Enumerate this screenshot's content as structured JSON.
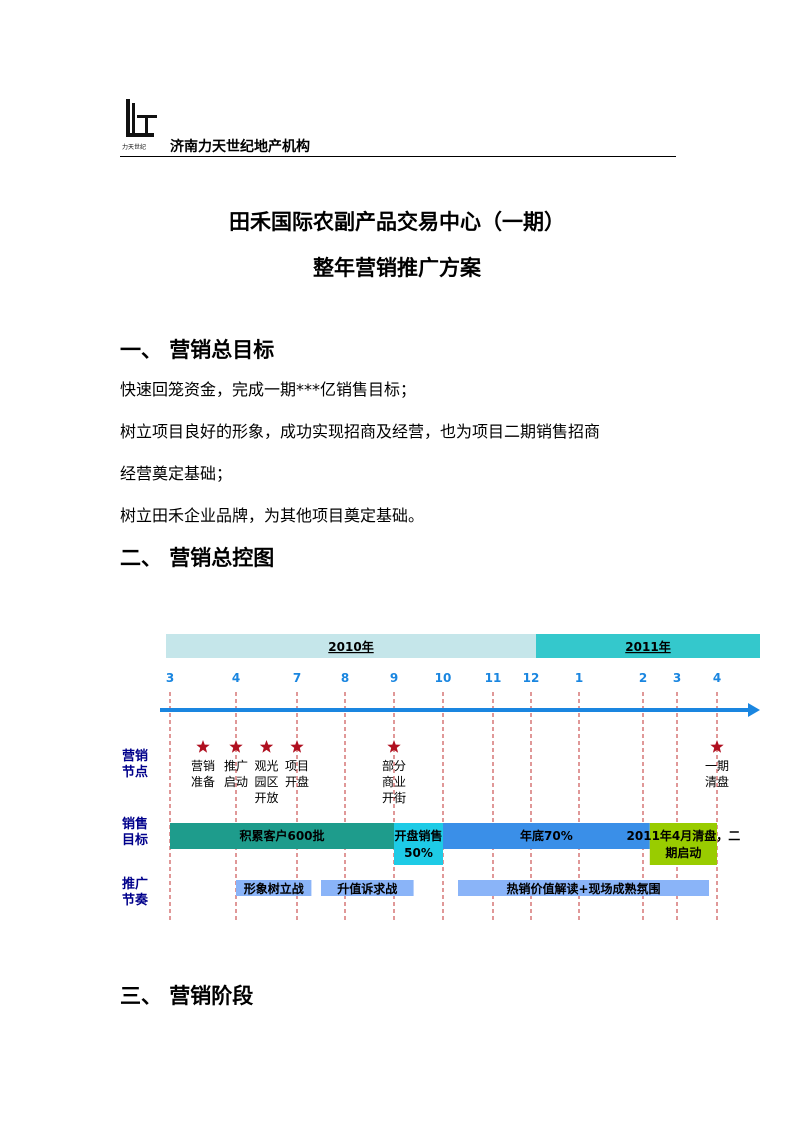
{
  "header": {
    "logo_text": "力天世纪",
    "company": "济南力天世纪地产机构"
  },
  "title": {
    "line1": "田禾国际农副产品交易中心（一期）",
    "line2": "整年营销推广方案"
  },
  "section1": {
    "heading": "一、 营销总目标",
    "paragraphs": [
      "快速回笼资金，完成一期***亿销售目标；",
      "树立项目良好的形象，成功实现招商及经营，也为项目二期销售招商",
      "经营奠定基础；",
      "树立田禾企业品牌，为其他项目奠定基础。"
    ]
  },
  "section2": {
    "heading": "二、 营销总控图"
  },
  "section3": {
    "heading": "三、 营销阶段"
  },
  "chart_data": {
    "type": "timeline",
    "years": [
      "2010年",
      "2011年"
    ],
    "months": [
      "3",
      "4",
      "7",
      "8",
      "9",
      "10",
      "11",
      "12",
      "1",
      "2",
      "3",
      "4"
    ],
    "row_labels": [
      "营销节点",
      "销售目标",
      "推广节奏"
    ],
    "nodes": [
      {
        "month_index": 0.5,
        "label": "营销准备"
      },
      {
        "month_index": 1,
        "label": "推广启动"
      },
      {
        "month_index": 1.5,
        "label": "观光园区开放"
      },
      {
        "month_index": 2,
        "label": "项目开盘"
      },
      {
        "month_index": 4,
        "label": "部分商业开街"
      },
      {
        "month_index": 11,
        "label": "一期清盘"
      }
    ],
    "sales_targets": [
      {
        "from": 0,
        "to": 4,
        "label": "积累客户600批",
        "color": "#1e9c8c"
      },
      {
        "from": 4,
        "to": 5,
        "label": "开盘销售50%",
        "color": "#1ecbe6"
      },
      {
        "from": 5,
        "to": 9.2,
        "label": "年底70%",
        "color": "#3a8fe8"
      },
      {
        "from": 9.2,
        "to": 11.7,
        "label": "2011年4月清盘，二期启动",
        "color": "#99cc00"
      }
    ],
    "promotion": [
      {
        "from": 1,
        "to": 2.3,
        "label": "形象树立战"
      },
      {
        "from": 2.5,
        "to": 4.4,
        "label": "升值诉求战"
      },
      {
        "from": 5.3,
        "to": 10.8,
        "label": "热销价值解读+现场成熟氛围"
      }
    ],
    "colors": {
      "year1": "#c5e6ea",
      "year2": "#34c8cc",
      "axis": "#1a86e0",
      "month_text": "#1a86e0",
      "star": "#b01020",
      "dashed": "#c03030",
      "promo": "#8ab4f8",
      "row_label": "#00008b"
    }
  }
}
